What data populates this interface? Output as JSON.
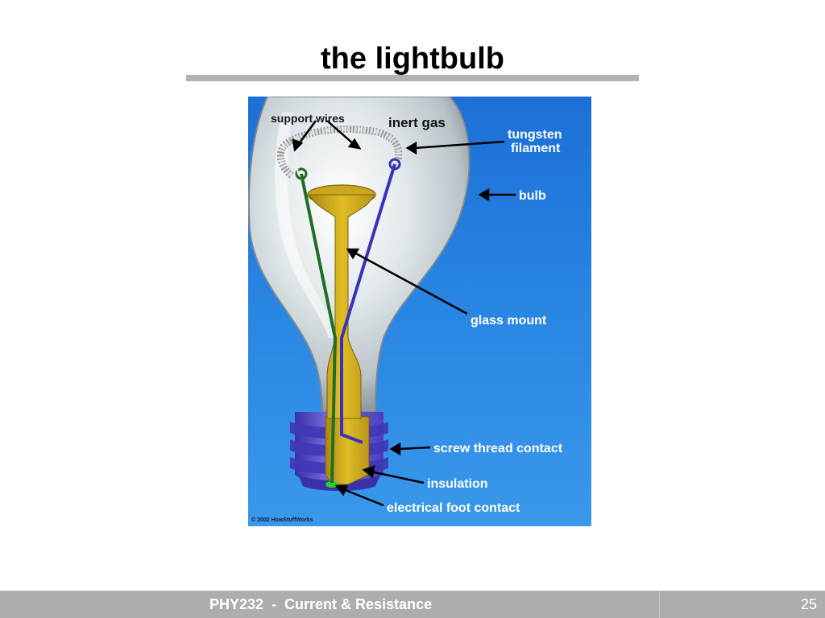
{
  "slide": {
    "title": "the lightbulb",
    "page_number": "25"
  },
  "footer": {
    "course_text": "PHY232  -  Current & Resistance"
  },
  "diagram": {
    "labels": {
      "support_wires": "support wires",
      "inert_gas": "inert gas",
      "tungsten_line1": "tungsten",
      "tungsten_line2": "filament",
      "bulb": "bulb",
      "glass_mount": "glass mount",
      "screw_thread_contact": "screw thread contact",
      "insulation": "insulation",
      "electrical_foot_contact": "electrical foot contact"
    },
    "copyright": "© 2002 HowStuffWorks",
    "colors": {
      "background_top": "#1f74d9",
      "background_bottom": "#2f8ee6",
      "glass": "#dfe6ea",
      "mount": "#d6b21c",
      "screw_base": "#5b4fd0",
      "left_wire": "#1f6e24",
      "right_wire": "#3a32b8",
      "filament": "#bfbfbf"
    }
  }
}
